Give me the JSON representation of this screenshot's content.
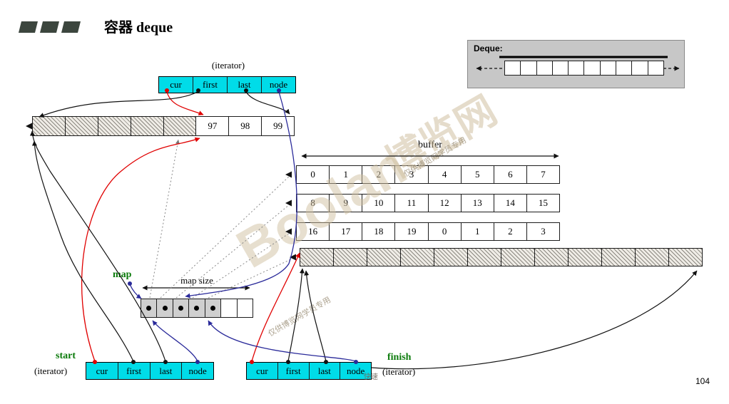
{
  "slide": {
    "title": "容器 deque",
    "page_number": "104"
  },
  "legend": {
    "label": "Deque:"
  },
  "top_iterator": {
    "caption": "(iterator)",
    "cells": [
      "cur",
      "first",
      "last",
      "node"
    ]
  },
  "top_buffer": {
    "values": [
      "97",
      "98",
      "99"
    ]
  },
  "buffer": {
    "label": "buffer",
    "rows": [
      [
        "0",
        "1",
        "2",
        "3",
        "4",
        "5",
        "6",
        "7"
      ],
      [
        "8",
        "9",
        "10",
        "11",
        "12",
        "13",
        "14",
        "15"
      ],
      [
        "16",
        "17",
        "18",
        "19",
        "0",
        "1",
        "2",
        "3"
      ]
    ]
  },
  "map": {
    "label": "map",
    "size_label": "map size"
  },
  "start_iterator": {
    "label": "start",
    "caption": "(iterator)",
    "cells": [
      "cur",
      "first",
      "last",
      "node"
    ]
  },
  "finish_iterator": {
    "label": "finish",
    "caption": "(iterator)",
    "cells": [
      "cur",
      "first",
      "last",
      "node"
    ]
  },
  "watermark": {
    "brand": "Boolan",
    "brand_cjk": "博览网",
    "note": "仅供博览网学员专用",
    "fragment": "快速"
  },
  "colors": {
    "cell_cyan": "#00dce8",
    "label_green": "#0a7a0a",
    "arrow_red": "#e00000",
    "arrow_blue": "#2a2a9a",
    "arrow_black": "#111111",
    "legend_gray": "#c7c7c7"
  }
}
